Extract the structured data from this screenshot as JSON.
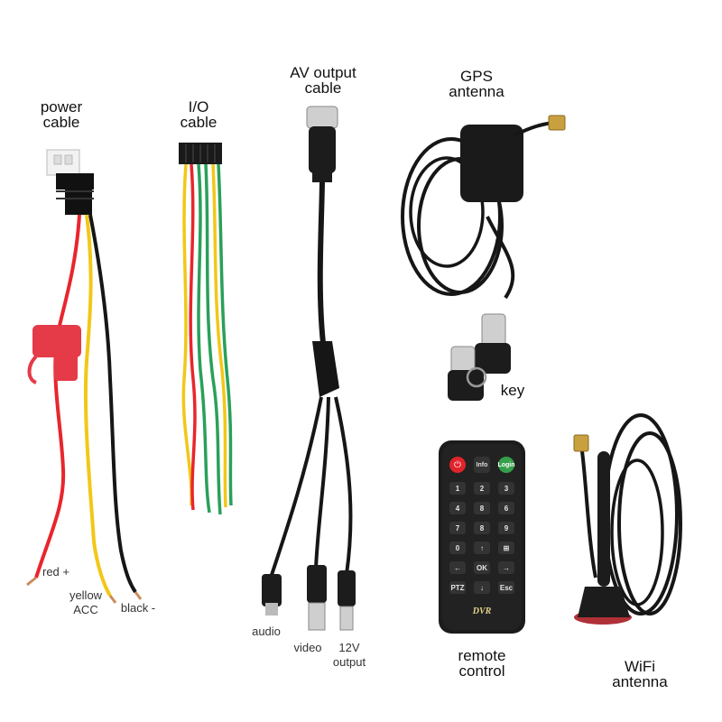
{
  "labels": {
    "power_cable": [
      "power",
      "cable"
    ],
    "io_cable": [
      "I/O",
      "cable"
    ],
    "av_cable": [
      "AV output",
      "cable"
    ],
    "gps_antenna": [
      "GPS",
      "antenna"
    ],
    "key": "key",
    "remote_control": [
      "remote",
      "control"
    ],
    "wifi_antenna": [
      "WiFi",
      "antenna"
    ]
  },
  "wire_labels": {
    "red": "red +",
    "yellow": [
      "yellow",
      "ACC"
    ],
    "black": "black -",
    "audio": "audio",
    "video": "video",
    "out12v": [
      "12V",
      "output"
    ]
  },
  "remote": {
    "brand": "DVR",
    "top_row": [
      "Info",
      "Login"
    ],
    "digits": [
      "1",
      "2",
      "3",
      "4",
      "8",
      "6",
      "7",
      "8",
      "9"
    ],
    "row4": [
      "0",
      "↑",
      "⊞"
    ],
    "row5": [
      "←",
      "OK",
      "→"
    ],
    "row6": [
      "PTZ",
      "↓",
      "Esc"
    ]
  },
  "colors": {
    "wire_red": "#e8262c",
    "wire_yellow": "#f2c718",
    "wire_green": "#2aa05a",
    "wire_black": "#161616",
    "fuse_red": "#e53a48",
    "device_black": "#1a1a1a"
  }
}
